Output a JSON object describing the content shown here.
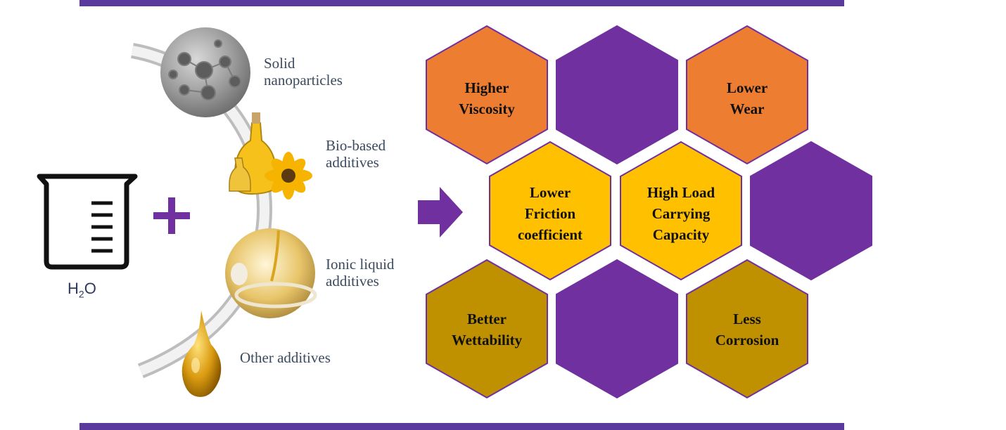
{
  "water": {
    "label": "H",
    "subscript": "2",
    "label_suffix": "O"
  },
  "additives": [
    {
      "line1": "Solid",
      "line2": "nanoparticles"
    },
    {
      "line1": "Bio-based",
      "line2": "additives"
    },
    {
      "line1": "Ionic liquid",
      "line2": "additives"
    },
    {
      "line1": "Other additives",
      "line2": ""
    }
  ],
  "benefits": {
    "higher_viscosity": [
      "Higher",
      "Viscosity"
    ],
    "lower_wear": [
      "Lower",
      "Wear"
    ],
    "lower_friction": [
      "Lower",
      "Friction",
      "coefficient"
    ],
    "high_load": [
      "High Load",
      "Carrying",
      "Capacity"
    ],
    "better_wettability": [
      "Better",
      "Wettability"
    ],
    "less_corrosion": [
      "Less",
      "Corrosion"
    ]
  },
  "colors": {
    "purple": "#7030a0",
    "orange": "#ed7d31",
    "yellow": "#ffc000",
    "mustard": "#bf9000",
    "bar": "#5a3a9c"
  },
  "icons": [
    "beaker-icon",
    "plus-icon",
    "arrow-right-icon",
    "oil-drop-icon"
  ]
}
